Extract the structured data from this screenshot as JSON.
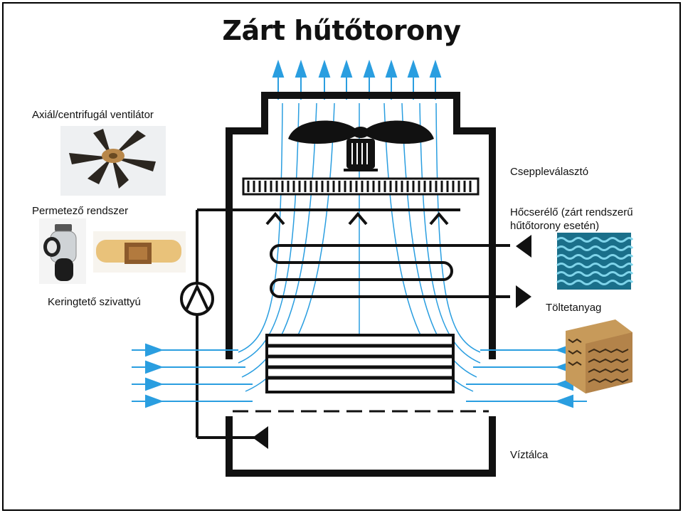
{
  "title": "Zárt hűtőtorony",
  "labels": {
    "fan": "Axiál/centrifugál ventilátor",
    "drift": "Csepplevá­lasztó",
    "spray": "Permetező rendszer",
    "heat_exchanger": "Hőcserélő (zárt rendszerű hűtőtorony esetén)",
    "pump": "Keringtető szivattyú",
    "fill": "Töltetanyag",
    "basin": "Víztálca"
  },
  "colors": {
    "frame": "#111111",
    "air_flow": "#2a9ee0",
    "fill_photo": "#c79a5a",
    "hx_photo": "#2fa8c8"
  },
  "icons": [
    "fan-icon",
    "motor-icon",
    "pump-icon",
    "flow-arrow-icon"
  ]
}
